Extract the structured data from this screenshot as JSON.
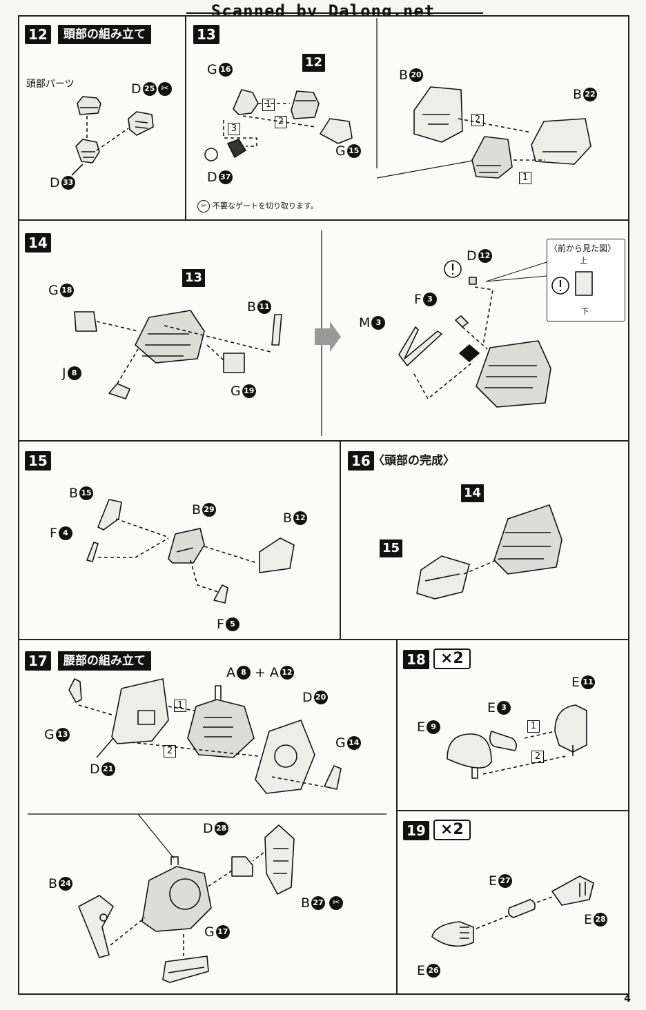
{
  "watermark": "Scanned by Dalong.net",
  "page_number": "4",
  "step12": {
    "no": "12",
    "title": "頭部の組み立て",
    "label_head": "頭部パーツ",
    "parts": [
      {
        "letter": "D",
        "num": "25"
      },
      {
        "letter": "D",
        "num": "33"
      }
    ]
  },
  "step13": {
    "no": "13",
    "callout": "12",
    "note": "不要なゲートを切り取ります。",
    "parts": [
      {
        "letter": "G",
        "num": "16"
      },
      {
        "letter": "G",
        "num": "15"
      },
      {
        "letter": "D",
        "num": "37"
      },
      {
        "letter": "B",
        "num": "20"
      },
      {
        "letter": "B",
        "num": "22"
      }
    ],
    "orders": [
      "1",
      "2",
      "3",
      "2",
      "1"
    ]
  },
  "step14": {
    "no": "14",
    "callout": "13",
    "inset_title": "〈前から見た図〉",
    "inset_top": "上",
    "inset_bottom": "下",
    "parts": [
      {
        "letter": "G",
        "num": "18"
      },
      {
        "letter": "B",
        "num": "11"
      },
      {
        "letter": "J",
        "num": "8"
      },
      {
        "letter": "G",
        "num": "19"
      },
      {
        "letter": "D",
        "num": "12"
      },
      {
        "letter": "F",
        "num": "3"
      },
      {
        "letter": "M",
        "num": "3"
      }
    ]
  },
  "step15": {
    "no": "15",
    "parts": [
      {
        "letter": "B",
        "num": "15"
      },
      {
        "letter": "B",
        "num": "29"
      },
      {
        "letter": "B",
        "num": "12"
      },
      {
        "letter": "F",
        "num": "4"
      },
      {
        "letter": "F",
        "num": "5"
      }
    ]
  },
  "step16": {
    "no": "16",
    "title": "〈頭部の完成〉",
    "callouts": [
      "14",
      "15"
    ]
  },
  "step17": {
    "no": "17",
    "title": "腰部の組み立て",
    "plus": "+",
    "parts": [
      {
        "letter": "A",
        "num": "8"
      },
      {
        "letter": "A",
        "num": "12"
      },
      {
        "letter": "D",
        "num": "20"
      },
      {
        "letter": "G",
        "num": "13"
      },
      {
        "letter": "G",
        "num": "14"
      },
      {
        "letter": "D",
        "num": "21"
      },
      {
        "letter": "D",
        "num": "28"
      },
      {
        "letter": "B",
        "num": "24"
      },
      {
        "letter": "B",
        "num": "27"
      },
      {
        "letter": "G",
        "num": "17"
      }
    ],
    "orders": [
      "1",
      "2"
    ]
  },
  "step18": {
    "no": "18",
    "mult": "×2",
    "parts": [
      {
        "letter": "E",
        "num": "11"
      },
      {
        "letter": "E",
        "num": "3"
      },
      {
        "letter": "E",
        "num": "9"
      }
    ],
    "orders": [
      "1",
      "2"
    ]
  },
  "step19": {
    "no": "19",
    "mult": "×2",
    "parts": [
      {
        "letter": "E",
        "num": "27"
      },
      {
        "letter": "E",
        "num": "28"
      },
      {
        "letter": "E",
        "num": "26"
      }
    ]
  }
}
